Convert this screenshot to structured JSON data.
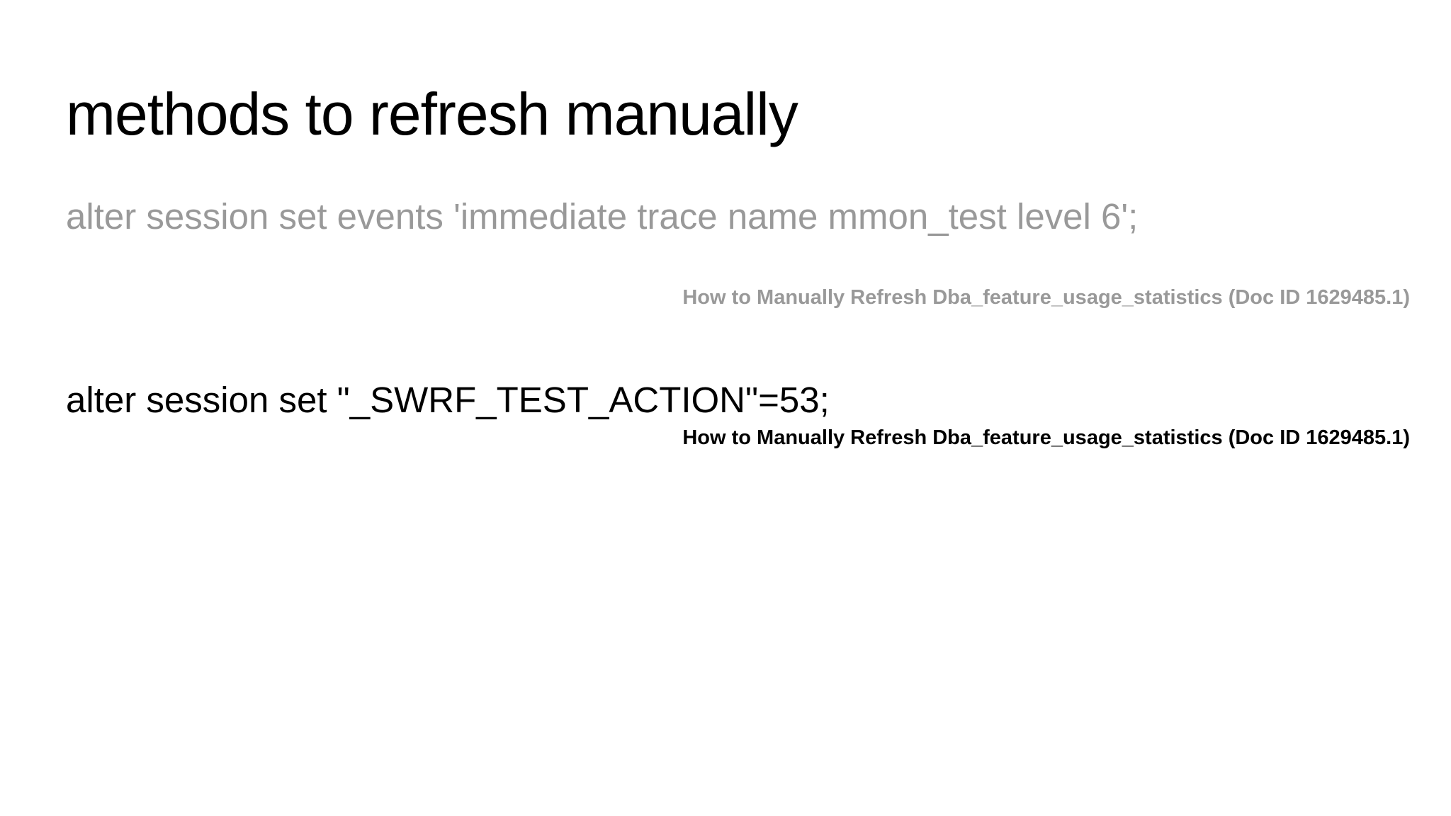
{
  "slide": {
    "title": "methods to refresh manually",
    "background_color": "#ffffff",
    "text_color": "#000000",
    "muted_color": "#999999",
    "method1": {
      "command": "alter session set events 'immediate trace name mmon_test level 6';",
      "citation": "How to Manually Refresh Dba_feature_usage_statistics (Doc ID 1629485.1)"
    },
    "method2": {
      "command": "alter session set \"_SWRF_TEST_ACTION\"=53;",
      "citation": "How to Manually Refresh Dba_feature_usage_statistics (Doc ID 1629485.1)"
    }
  }
}
